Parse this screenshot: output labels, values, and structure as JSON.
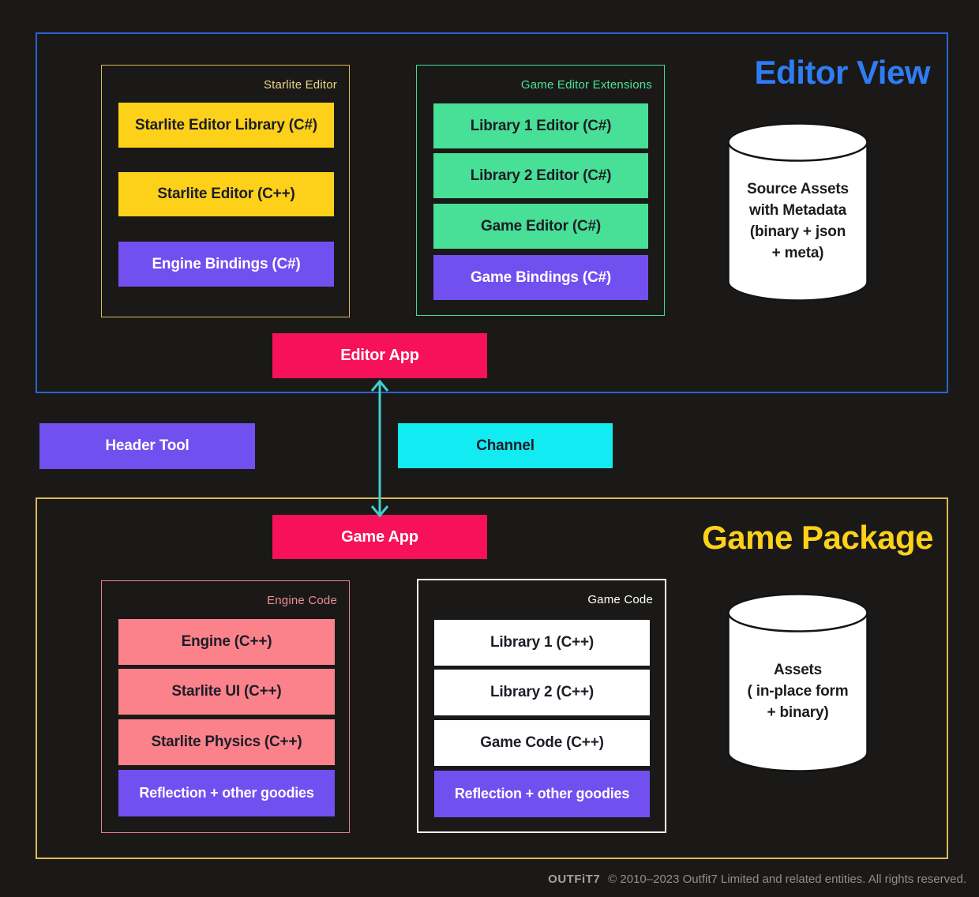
{
  "colors": {
    "bg": "#1a1918",
    "blue-border": "#2b63cf",
    "blue-title": "#2f7df5",
    "gold-border": "#dcba52",
    "gold-label": "#eed484",
    "yellow": "#fdd11a",
    "green-border": "#41df92",
    "green": "#48df96",
    "green-label": "#4be398",
    "purple": "#7150ef",
    "pink": "#f6115a",
    "salmon": "#fb828b",
    "salmon-border": "#e8838d",
    "salmon-label": "#ef8d96",
    "cyan": "#12ebf2",
    "arrow": "#3ed1cd",
    "dark-text": "#1d1d27",
    "white": "#ffffff",
    "footer-gray": "#908f8e",
    "logo-gray": "#a3a2a1"
  },
  "editor_view": {
    "title": "Editor View",
    "starlite": {
      "label": "Starlite Editor",
      "boxes": [
        {
          "label": "Starlite Editor Library (C#)"
        },
        {
          "label": "Starlite Editor (C++)"
        },
        {
          "label": "Engine Bindings (C#)"
        }
      ]
    },
    "extensions": {
      "label": "Game Editor Extensions",
      "boxes": [
        {
          "label": "Library 1 Editor (C#)"
        },
        {
          "label": "Library 2 Editor (C#)"
        },
        {
          "label": "Game Editor (C#)"
        },
        {
          "label": "Game Bindings (C#)"
        }
      ]
    },
    "source_assets": {
      "lines": [
        "Source Assets",
        "with Metadata",
        "(binary + json",
        "+ meta)"
      ]
    },
    "editor_app": "Editor App"
  },
  "connectors": {
    "header_tool": "Header Tool",
    "channel": "Channel"
  },
  "game_package": {
    "title": "Game Package",
    "game_app": "Game App",
    "engine_code": {
      "label": "Engine Code",
      "boxes": [
        {
          "label": "Engine (C++)"
        },
        {
          "label": "Starlite UI (C++)"
        },
        {
          "label": "Starlite Physics (C++)"
        },
        {
          "label": "Reflection + other goodies"
        }
      ]
    },
    "game_code": {
      "label": "Game Code",
      "boxes": [
        {
          "label": "Library 1 (C++)"
        },
        {
          "label": "Library 2 (C++)"
        },
        {
          "label": "Game Code (C++)"
        },
        {
          "label": "Reflection + other goodies"
        }
      ]
    },
    "assets": {
      "lines": [
        "Assets",
        "( in-place form",
        "+ binary)"
      ]
    }
  },
  "footer": {
    "logo": "OUTFiT7",
    "copyright": "© 2010–2023 Outfit7 Limited and related entities. All rights reserved."
  }
}
